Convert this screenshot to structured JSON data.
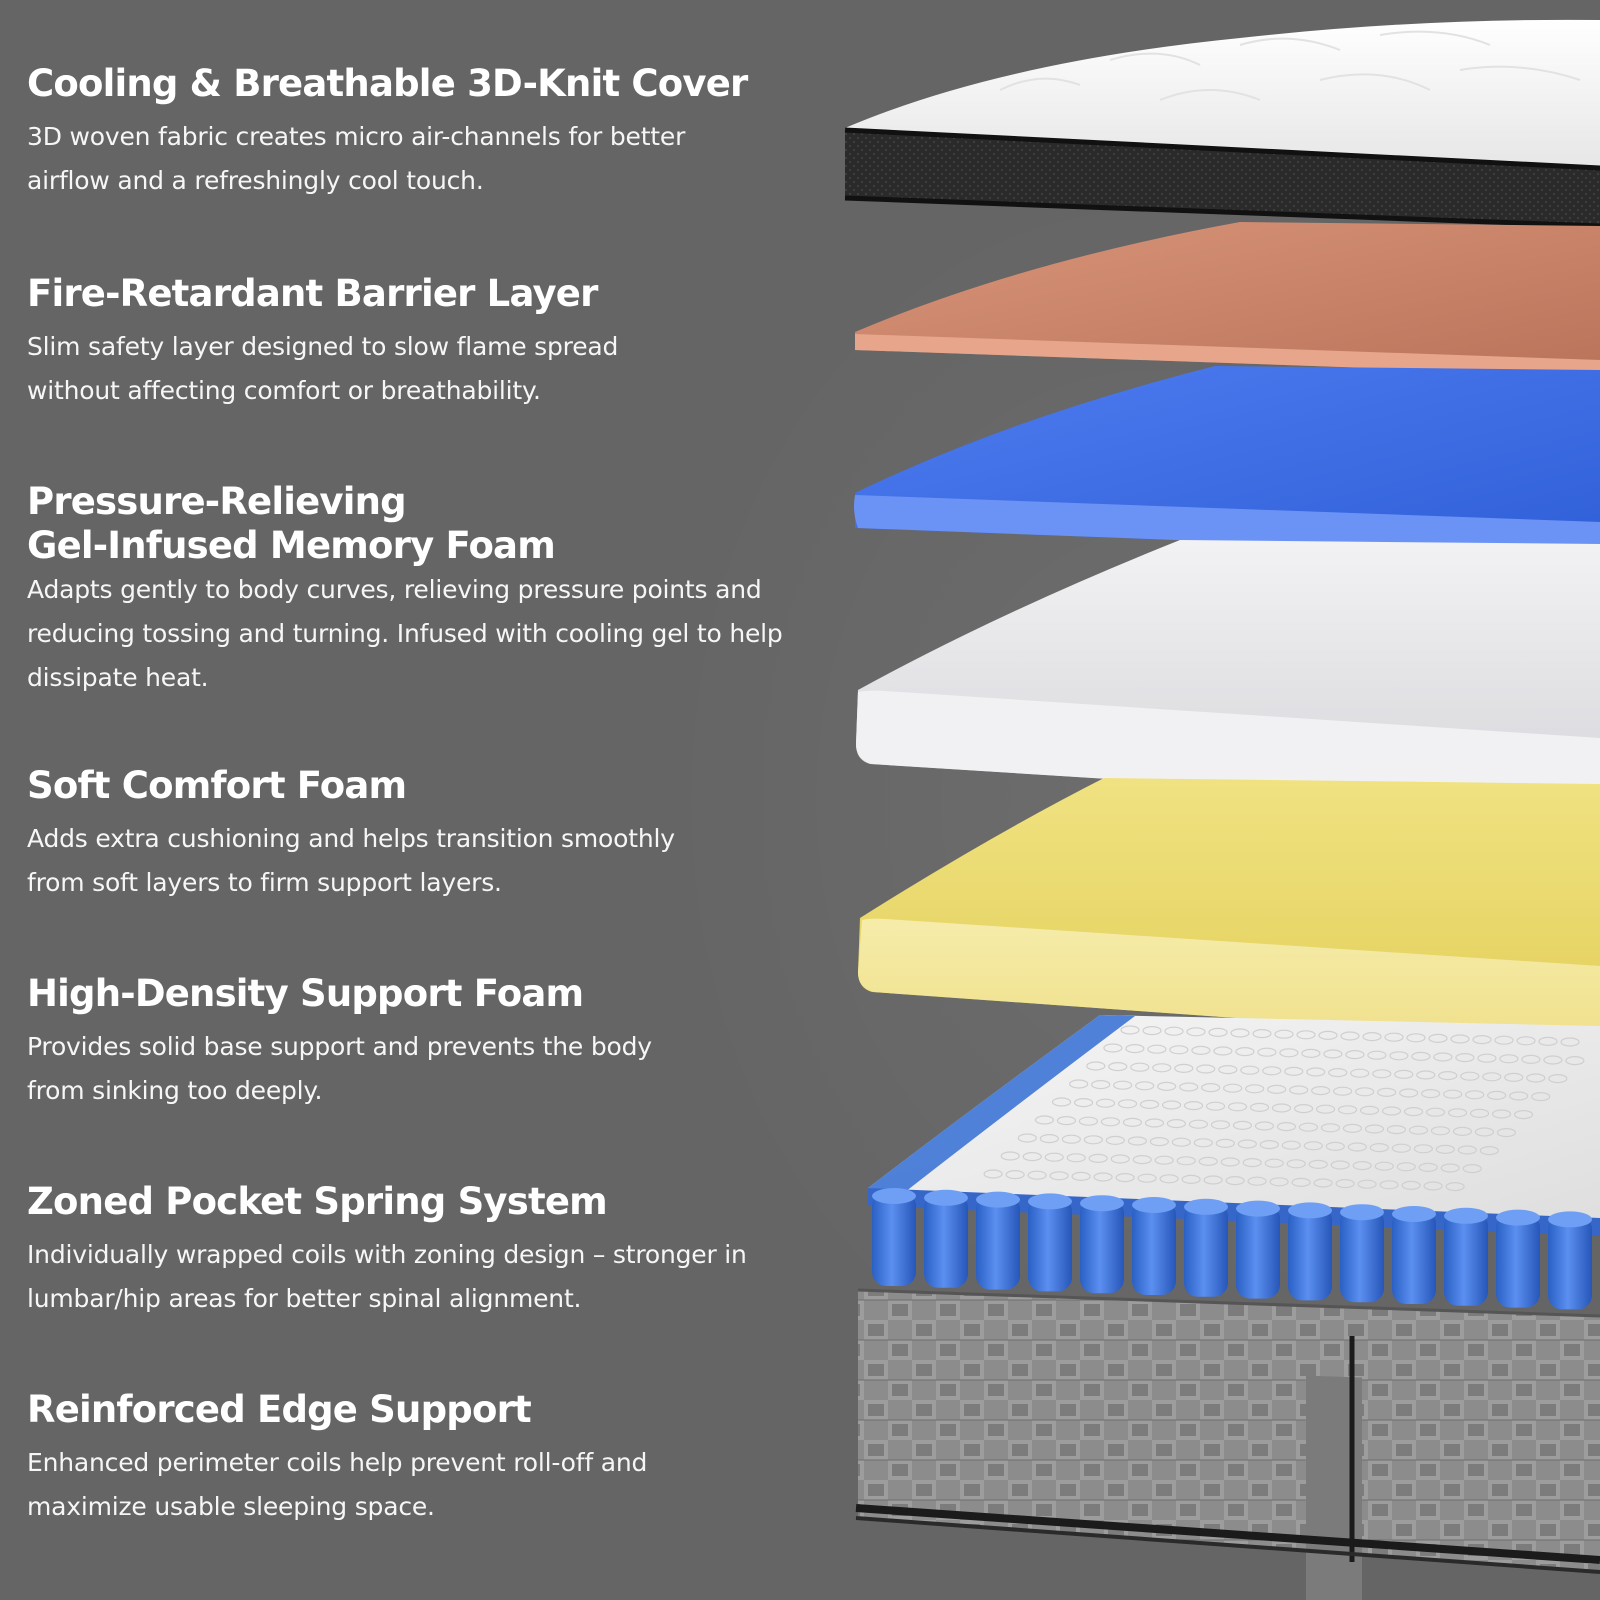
{
  "features": [
    {
      "title": "Cooling & Breathable 3D-Knit Cover",
      "description": "3D woven fabric creates micro air-channels for better airflow and a refreshingly cool touch."
    },
    {
      "title": "Fire-Retardant Barrier Layer",
      "description": "Slim safety layer designed to slow flame spread without affecting comfort or breathability."
    },
    {
      "title": "Pressure-Relieving\nGel-Infused Memory Foam",
      "description": "Adapts gently to body curves, relieving pressure points and reducing tossing and turning. Infused with cooling gel to help dissipate heat."
    },
    {
      "title": "Soft Comfort Foam",
      "description": "Adds extra cushioning and helps transition smoothly from soft layers to firm support layers."
    },
    {
      "title": "High-Density Support Foam",
      "description": "Provides solid base support and prevents the body from sinking too deeply."
    },
    {
      "title": "Zoned Pocket Spring System",
      "description": "Individually wrapped coils with zoning design – stronger in lumbar/hip areas for better spinal alignment."
    },
    {
      "title": "Reinforced Edge Support",
      "description": "Enhanced perimeter coils help prevent roll-off and maximize usable sleeping space."
    }
  ],
  "colors": {
    "background": "#656565",
    "cover_top": "#f4f4f4",
    "cover_border": "#1f1f1f",
    "fire_barrier": "#c98368",
    "gel_memory_foam": "#3f6ee8",
    "comfort_foam": "#e8e8eb",
    "support_foam": "#ecdc6c",
    "spring_blue": "#3d74d6",
    "spring_white": "#ececec",
    "base_fabric": "#8a8a8a"
  }
}
